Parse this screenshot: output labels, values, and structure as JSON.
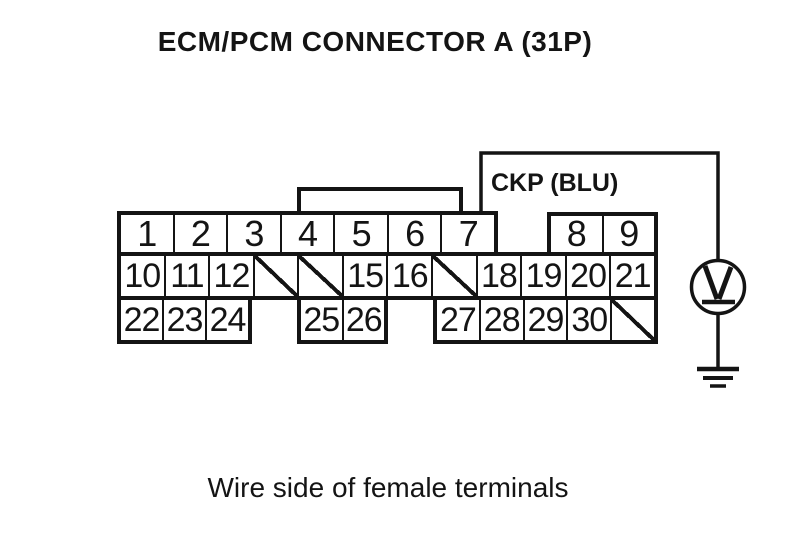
{
  "title": "ECM/PCM CONNECTOR A (31P)",
  "caption": "Wire side of female terminals",
  "wire": {
    "label": "CKP (BLU)",
    "signal": "CKP",
    "wire_color_code": "BLU",
    "connected_pin": "7"
  },
  "probe": {
    "symbol": "V",
    "meaning": "voltmeter-probe-to-ground"
  },
  "colors": {
    "ink": "#141414",
    "background": "#ffffff"
  },
  "connector": {
    "name": "ECM/PCM Connector A",
    "pin_count_label": "31P",
    "blank_marker": "/",
    "rows": [
      {
        "id": "row1-left",
        "cells": [
          "1",
          "2",
          "3",
          "4",
          "5",
          "6",
          "7"
        ]
      },
      {
        "id": "row1-right",
        "cells": [
          "8",
          "9"
        ]
      },
      {
        "id": "row2",
        "cells": [
          "10",
          "11",
          "12",
          "/",
          "/",
          "15",
          "16",
          "/",
          "18",
          "19",
          "20",
          "21"
        ]
      },
      {
        "id": "row3-left",
        "cells": [
          "22",
          "23",
          "24"
        ]
      },
      {
        "id": "row3-mid",
        "cells": [
          "25",
          "26"
        ]
      },
      {
        "id": "row3-right",
        "cells": [
          "27",
          "28",
          "29",
          "30",
          "/"
        ]
      }
    ]
  }
}
